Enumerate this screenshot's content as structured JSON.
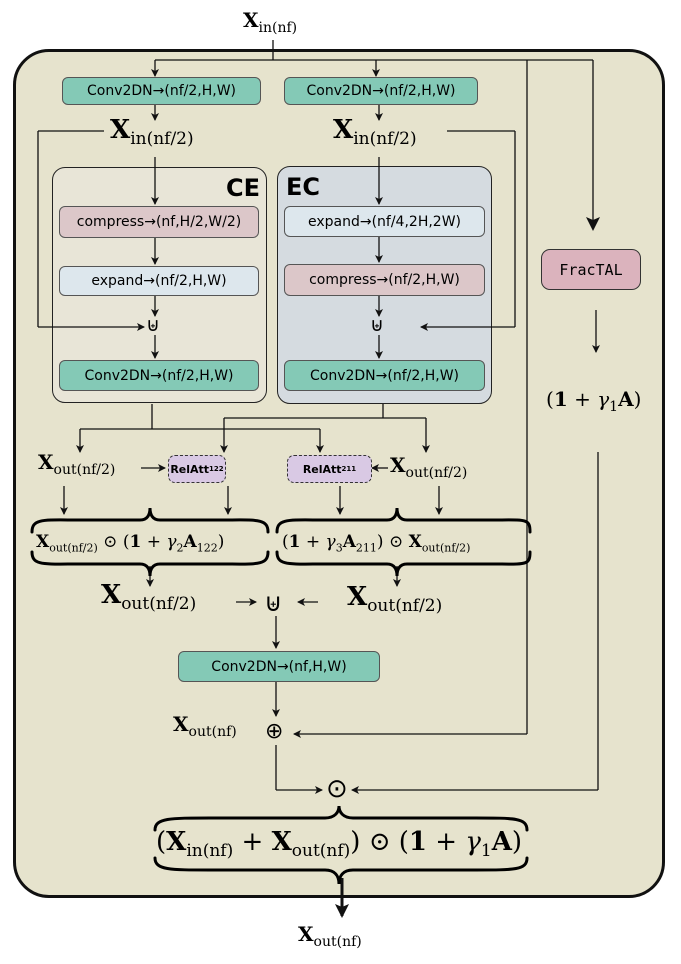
{
  "inputs": {
    "x_in": "in(nf)",
    "x_in_half": "in(nf/2)",
    "x_out_half": "out(nf/2)",
    "x_out": "out(nf)"
  },
  "x_symbol": "X",
  "conv_half": "Conv2DN→(nf/2,H,W)",
  "conv_full": "Conv2DN→(nf,H,W)",
  "ce": {
    "title": "CE",
    "compress": "compress→(nf,H/2,W/2)",
    "expand": "expand→(nf/2,H,W)",
    "conv": "Conv2DN→(nf/2,H,W)"
  },
  "ec": {
    "title": "EC",
    "expand": "expand→(nf/4,2H,2W)",
    "compress": "compress→(nf/2,H,W)",
    "conv": "Conv2DN→(nf/2,H,W)"
  },
  "relatt": {
    "label": "RelAtt",
    "left_sub": "122",
    "right_sub": "211"
  },
  "fractal": "FracTAL",
  "equations": {
    "gamma1": "(1 + γ1A)",
    "left_eq": "Xout(nf/2) ⊙ (1 + γ2A122)",
    "right_eq": "(1 + γ3A211) ⊙ Xout(nf/2)",
    "final_eq": "(Xin(nf) + Xout(nf)) ⊙ (1 + γ1A)"
  },
  "operators": {
    "concat": "⊎",
    "add": "⊕",
    "mult": "⊙",
    "arrow": "→"
  },
  "colors": {
    "background": "#e6e3cd",
    "conv": "#84c9b6",
    "compress": "#dcc7c9",
    "expand": "#dde7ed",
    "relatt": "#d9c9e4",
    "fractal": "#dbb3bd",
    "ce_panel": "#e8e5d7",
    "ec_panel": "#d5dbe0"
  }
}
